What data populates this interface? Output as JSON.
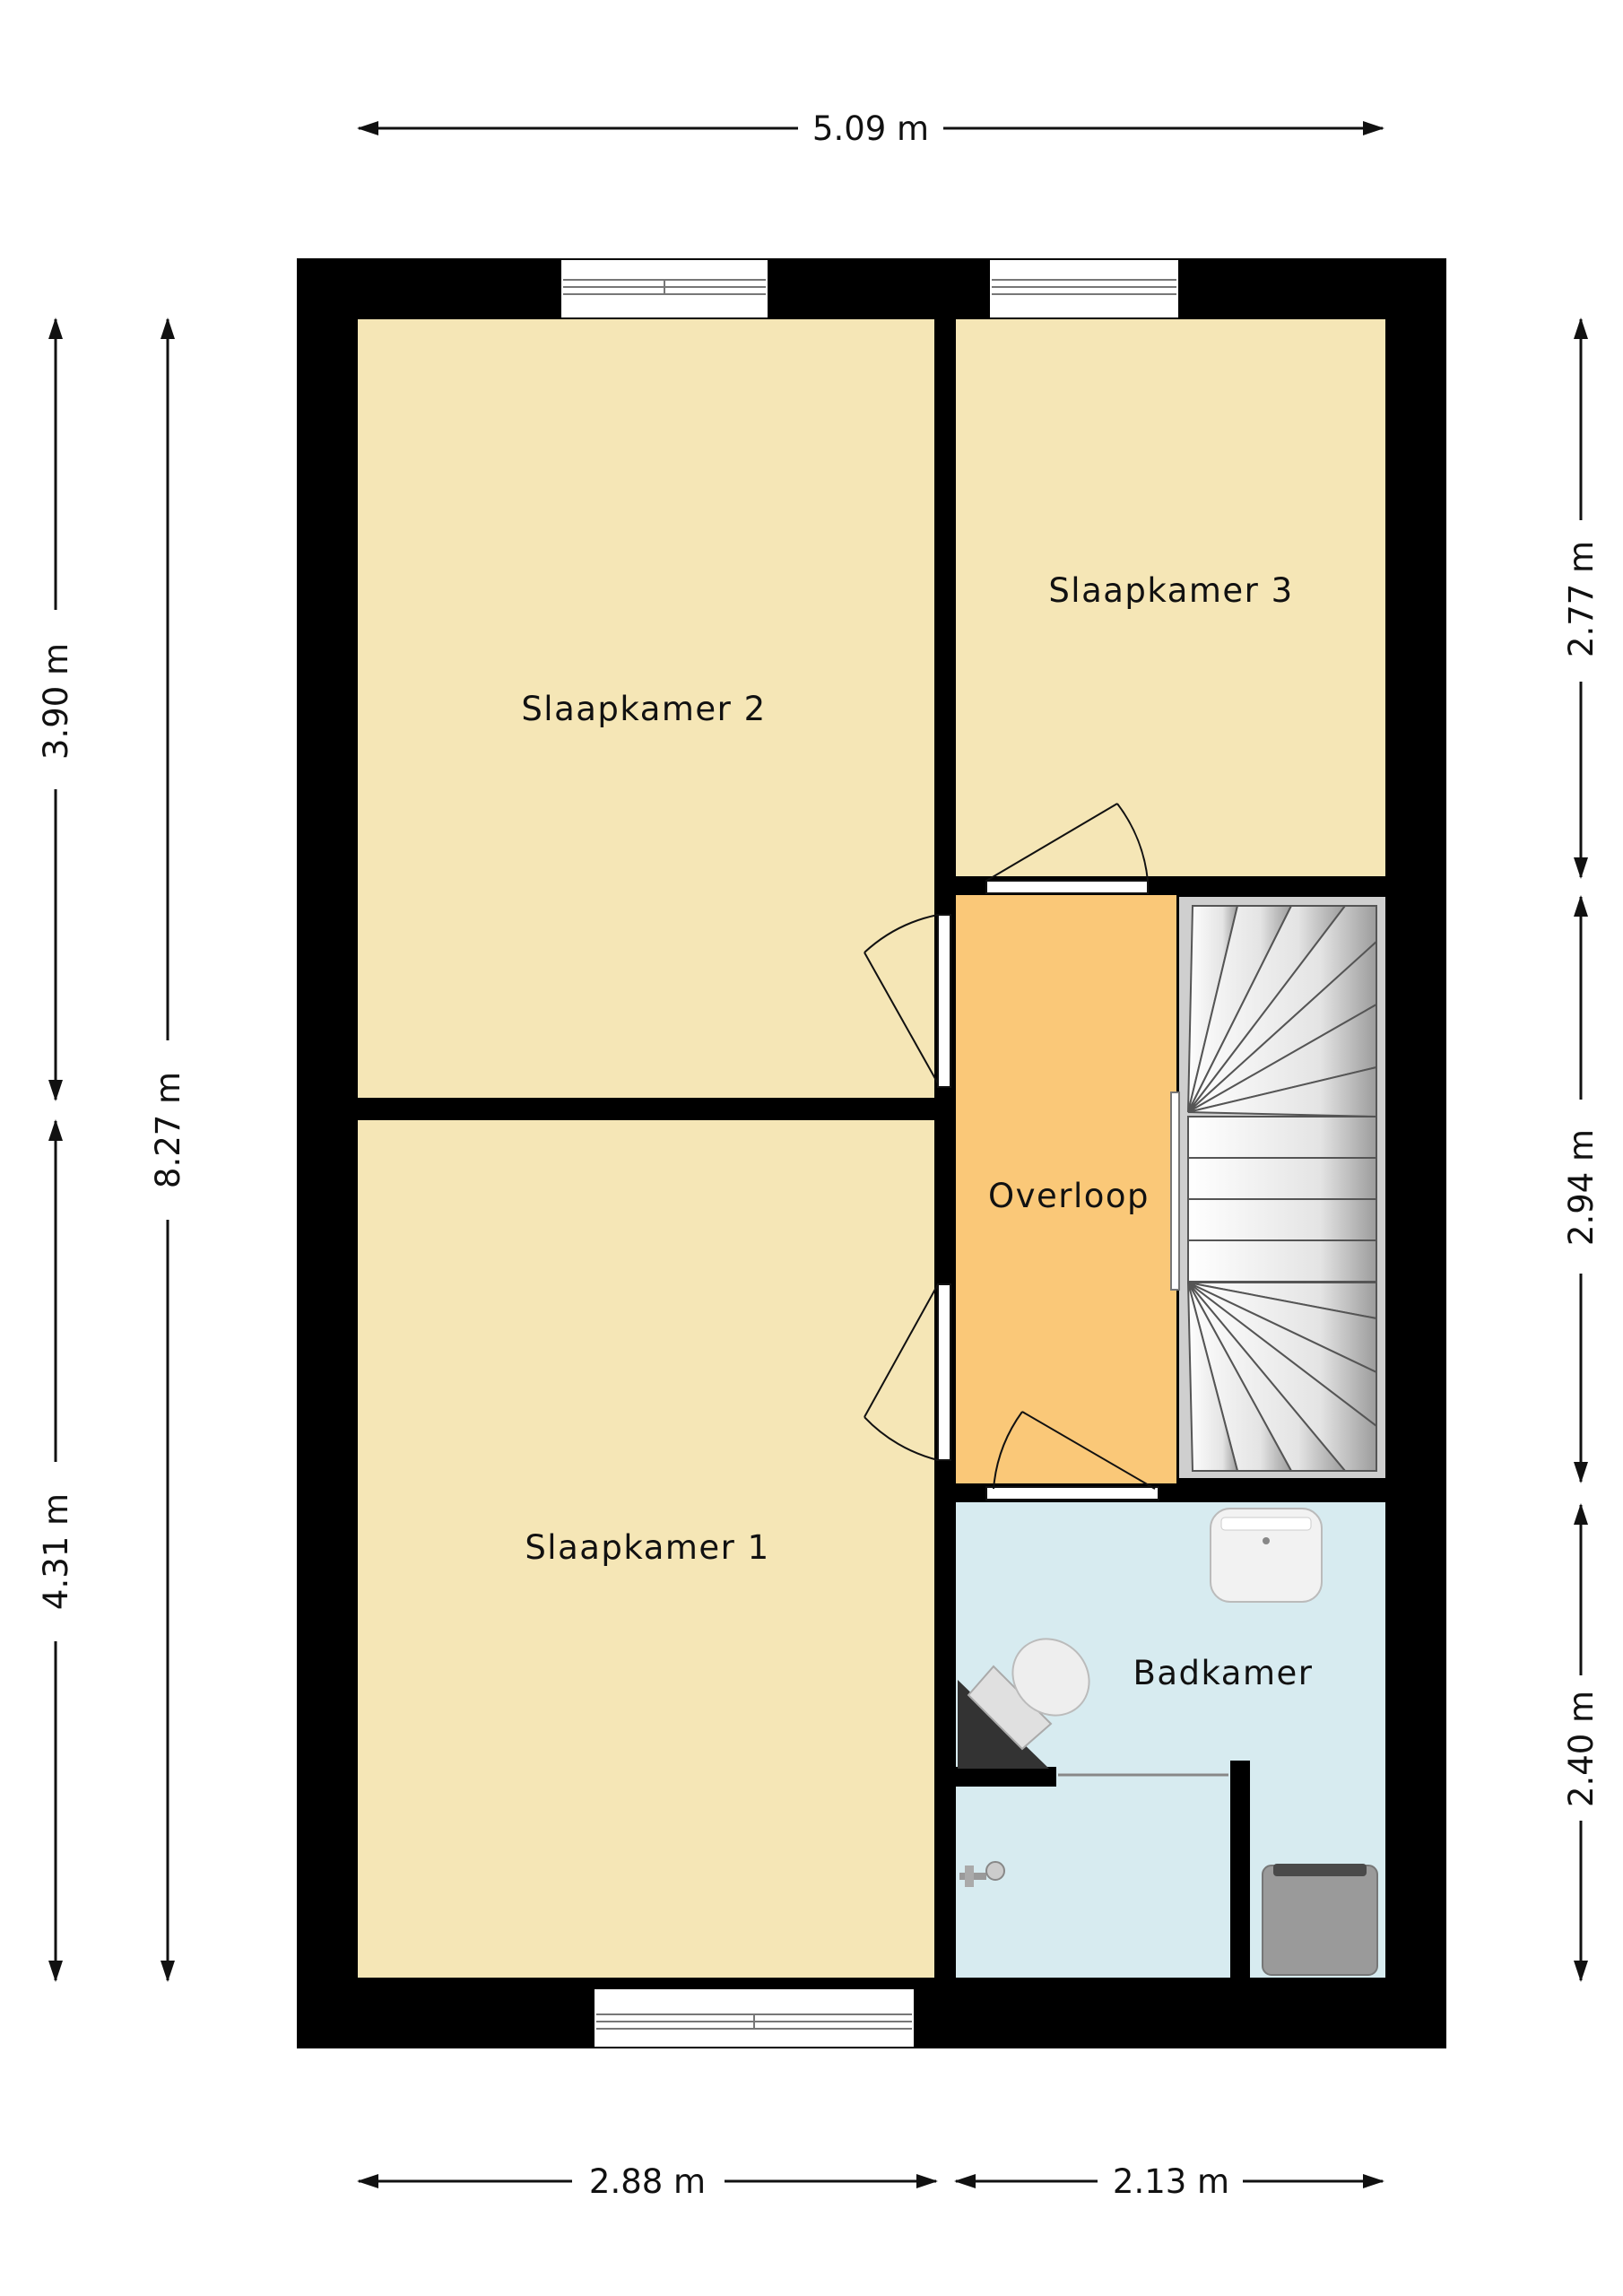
{
  "rooms": {
    "slaapkamer2": "Slaapkamer 2",
    "slaapkamer3": "Slaapkamer 3",
    "overloop": "Overloop",
    "slaapkamer1": "Slaapkamer 1",
    "badkamer": "Badkamer"
  },
  "dimensions": {
    "top_total": "5.09 m",
    "bottom_left": "2.88 m",
    "bottom_right": "2.13 m",
    "left_total": "8.27 m",
    "left_upper": "3.90 m",
    "left_lower": "4.31 m",
    "right_upper": "2.77 m",
    "right_middle": "2.94 m",
    "right_lower": "2.40 m"
  },
  "colors": {
    "wall": "#000000",
    "bedroom": "#f5e6b6",
    "landing": "#fac878",
    "bathroom": "#d7ebf0",
    "stairs": "#e6e6e6"
  }
}
